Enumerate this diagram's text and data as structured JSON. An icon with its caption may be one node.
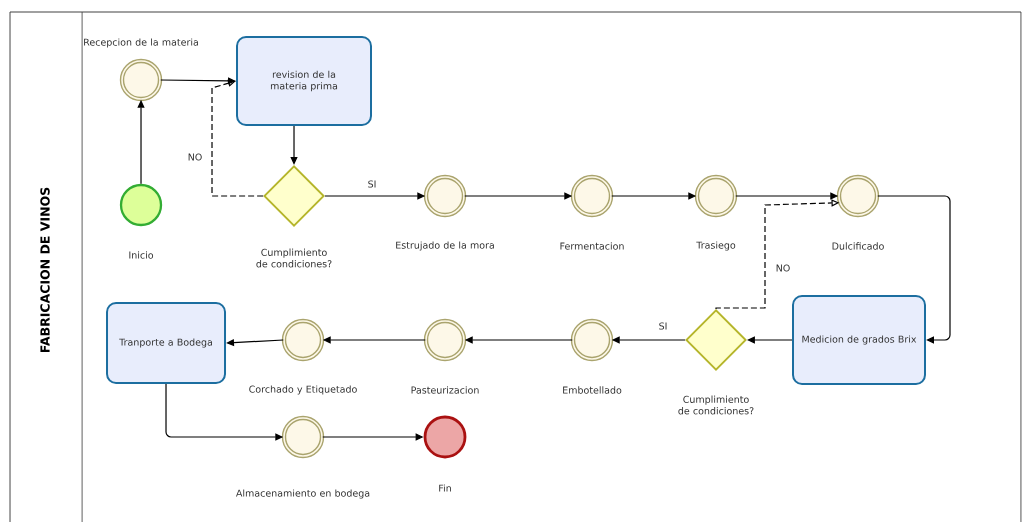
{
  "diagram": {
    "title": "FABRICACION DE VINOS",
    "nodes": [
      {
        "text": [],
        "shape": "circle",
        "beside": [
          "Inicio"
        ]
      },
      {
        "text": [],
        "shape": "circle",
        "beside": [
          "Recepcion de la materia"
        ]
      },
      {
        "text": [
          "revision de la materia prima"
        ]
      },
      {
        "text": [],
        "shape": "diamond",
        "beside": [
          "Cumplimiento de condiciones?"
        ]
      },
      {
        "text": [],
        "shape": "circle",
        "beside": [
          "Estrujado de la mora"
        ]
      },
      {
        "text": [],
        "shape": "circle",
        "beside": [
          "Fermentacion"
        ]
      },
      {
        "text": [],
        "shape": "circle",
        "beside": [
          "Trasiego"
        ]
      },
      {
        "text": [],
        "shape": "circle",
        "beside": [
          "Dulcificado"
        ]
      },
      {
        "text": [
          "Medicion de grados Brix"
        ]
      },
      {
        "text": [],
        "shape": "diamond",
        "beside": [
          "Cumplimiento de condiciones?"
        ]
      },
      {
        "text": [],
        "shape": "circle",
        "beside": [
          "Embotellado"
        ]
      },
      {
        "text": [],
        "shape": "circle",
        "beside": [
          "Pasteurizacion"
        ]
      },
      {
        "text": [],
        "shape": "circle",
        "beside": [
          "Corchado y Etiquetado"
        ]
      },
      {
        "text": [
          "Tranporte a Bodega"
        ]
      },
      {
        "text": [],
        "shape": "circle",
        "beside": [
          "Almacenamiento en bodega"
        ]
      },
      {
        "text": [],
        "shape": "circle",
        "beside": [
          "Fin"
        ]
      }
    ],
    "edges": [
      {
        "from": 0,
        "to": 1,
        "arrow": "to"
      },
      {
        "from": 1,
        "to": 2,
        "arrow": "to"
      },
      {
        "from": 2,
        "to": 3,
        "arrow": "to"
      },
      {
        "from": 3,
        "to": 2,
        "arrow": "to",
        "label": "NO",
        "style": "dashed"
      },
      {
        "from": 3,
        "to": 4,
        "arrow": "to",
        "label": "SI"
      },
      {
        "from": 4,
        "to": 5,
        "arrow": "to"
      },
      {
        "from": 5,
        "to": 6,
        "arrow": "to"
      },
      {
        "from": 6,
        "to": 7,
        "arrow": "to"
      },
      {
        "from": 7,
        "to": 8,
        "arrow": "to"
      },
      {
        "from": 8,
        "to": 9,
        "arrow": "to"
      },
      {
        "from": 9,
        "to": 10,
        "arrow": "to",
        "label": "SI"
      },
      {
        "from": 9,
        "to": 7,
        "arrow": "to",
        "label": "NO",
        "style": "dashed"
      },
      {
        "from": 10,
        "to": 11,
        "arrow": "to"
      },
      {
        "from": 11,
        "to": 12,
        "arrow": "to"
      },
      {
        "from": 12,
        "to": 13,
        "arrow": "to"
      },
      {
        "from": 13,
        "to": 14,
        "arrow": "to"
      },
      {
        "from": 14,
        "to": 15,
        "arrow": "to"
      }
    ]
  }
}
